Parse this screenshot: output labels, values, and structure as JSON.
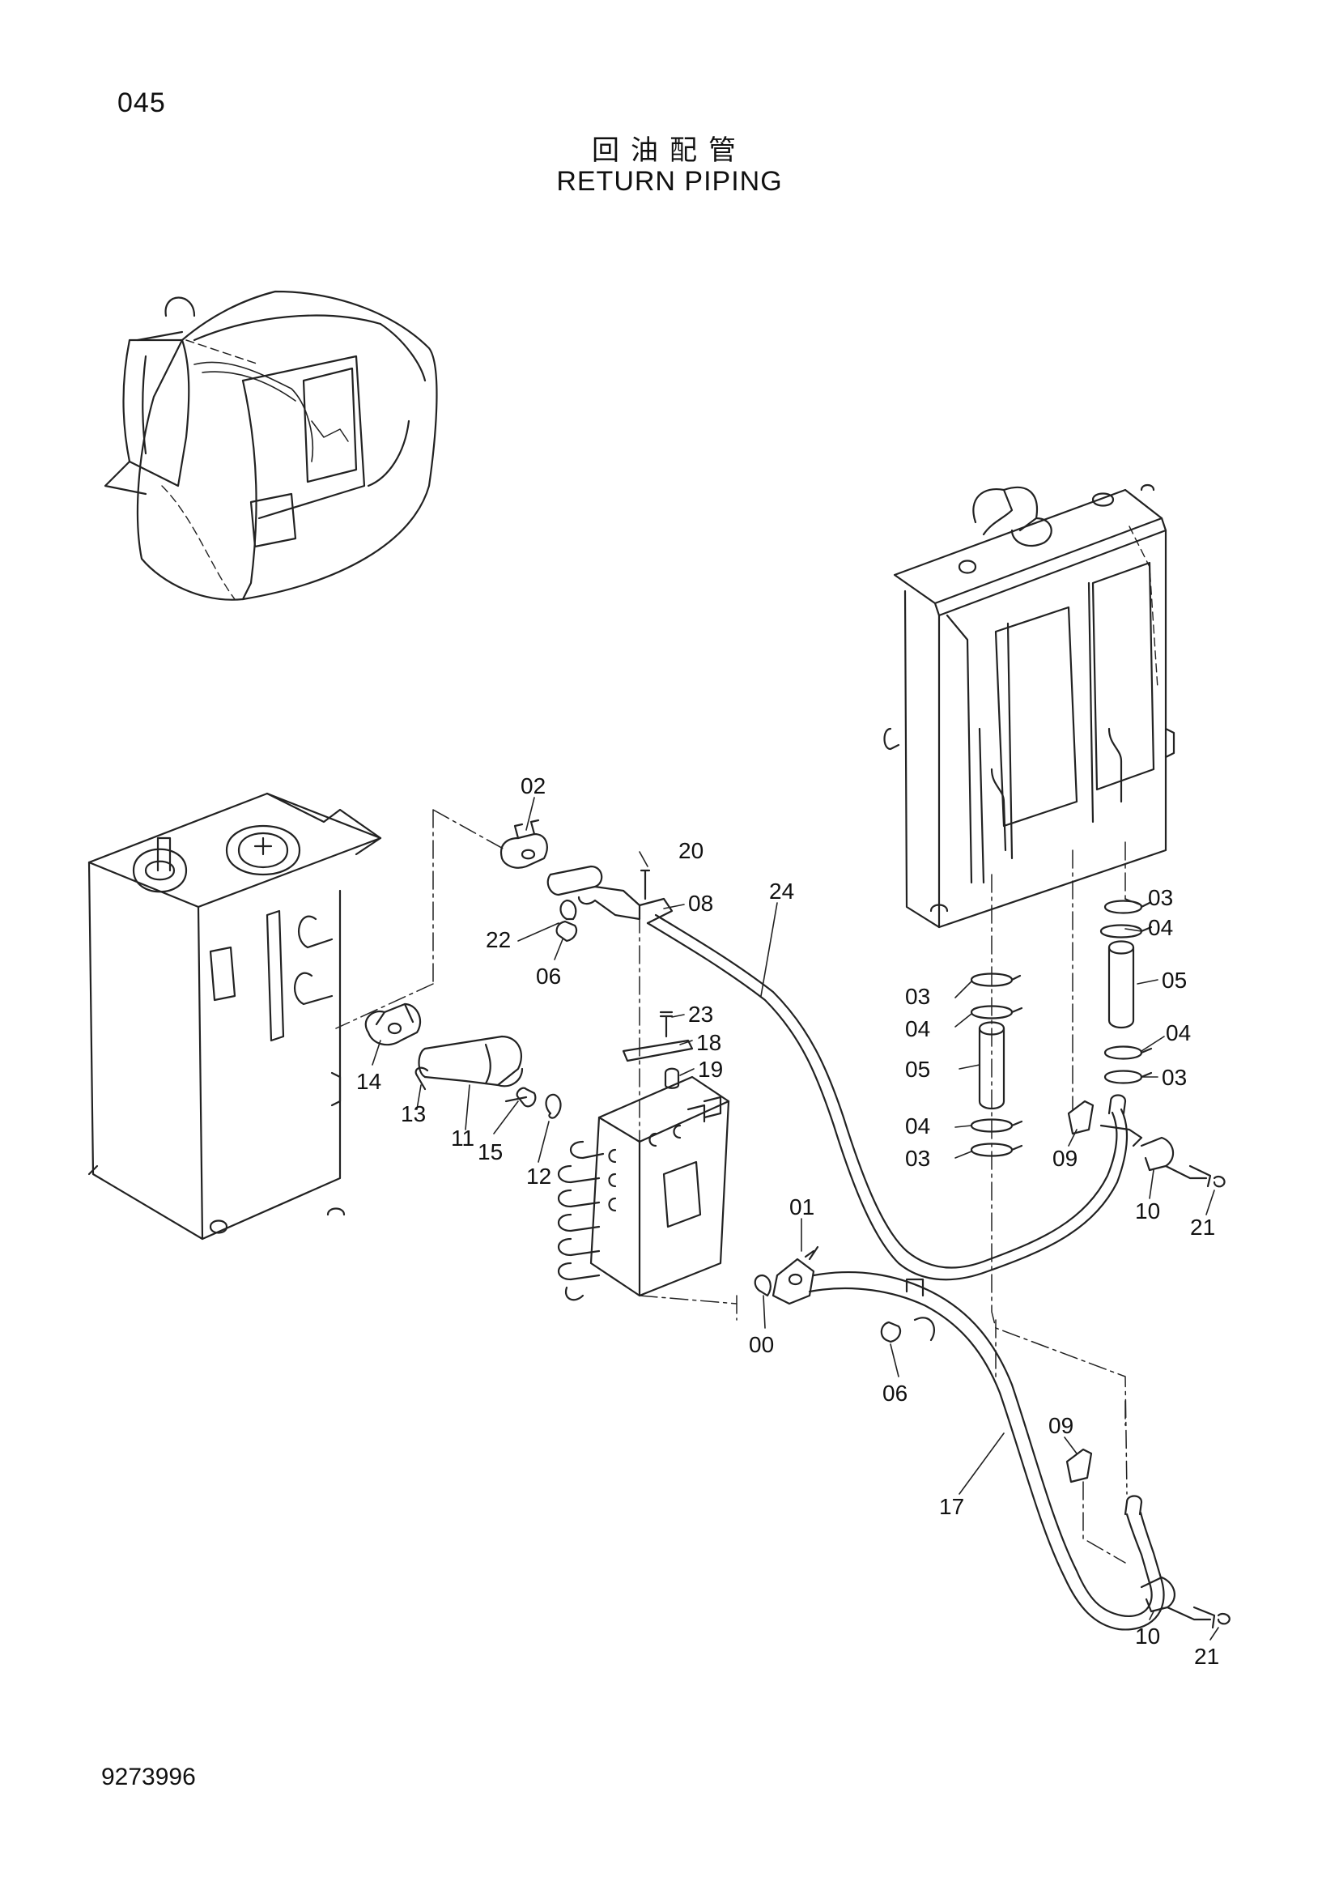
{
  "header": {
    "page_number": "045",
    "title_cn": "回油配管",
    "title_en": "RETURN PIPING"
  },
  "footer": {
    "document_number": "9273996"
  },
  "callouts": [
    {
      "id": "02",
      "label": "02"
    },
    {
      "id": "20",
      "label": "20"
    },
    {
      "id": "08",
      "label": "08"
    },
    {
      "id": "22",
      "label": "22"
    },
    {
      "id": "06a",
      "label": "06"
    },
    {
      "id": "24",
      "label": "24"
    },
    {
      "id": "23",
      "label": "23"
    },
    {
      "id": "18",
      "label": "18"
    },
    {
      "id": "19",
      "label": "19"
    },
    {
      "id": "14",
      "label": "14"
    },
    {
      "id": "13",
      "label": "13"
    },
    {
      "id": "11",
      "label": "11"
    },
    {
      "id": "15",
      "label": "15"
    },
    {
      "id": "12",
      "label": "12"
    },
    {
      "id": "03a",
      "label": "03"
    },
    {
      "id": "04a",
      "label": "04"
    },
    {
      "id": "05a",
      "label": "05"
    },
    {
      "id": "04b",
      "label": "04"
    },
    {
      "id": "03b",
      "label": "03"
    },
    {
      "id": "03c",
      "label": "03"
    },
    {
      "id": "04c",
      "label": "04"
    },
    {
      "id": "05b",
      "label": "05"
    },
    {
      "id": "04d",
      "label": "04"
    },
    {
      "id": "03d",
      "label": "03"
    },
    {
      "id": "09a",
      "label": "09"
    },
    {
      "id": "10a",
      "label": "10"
    },
    {
      "id": "21a",
      "label": "21"
    },
    {
      "id": "01",
      "label": "01"
    },
    {
      "id": "00",
      "label": "00"
    },
    {
      "id": "06b",
      "label": "06"
    },
    {
      "id": "09b",
      "label": "09"
    },
    {
      "id": "17",
      "label": "17"
    },
    {
      "id": "10b",
      "label": "10"
    },
    {
      "id": "21b",
      "label": "21"
    }
  ]
}
